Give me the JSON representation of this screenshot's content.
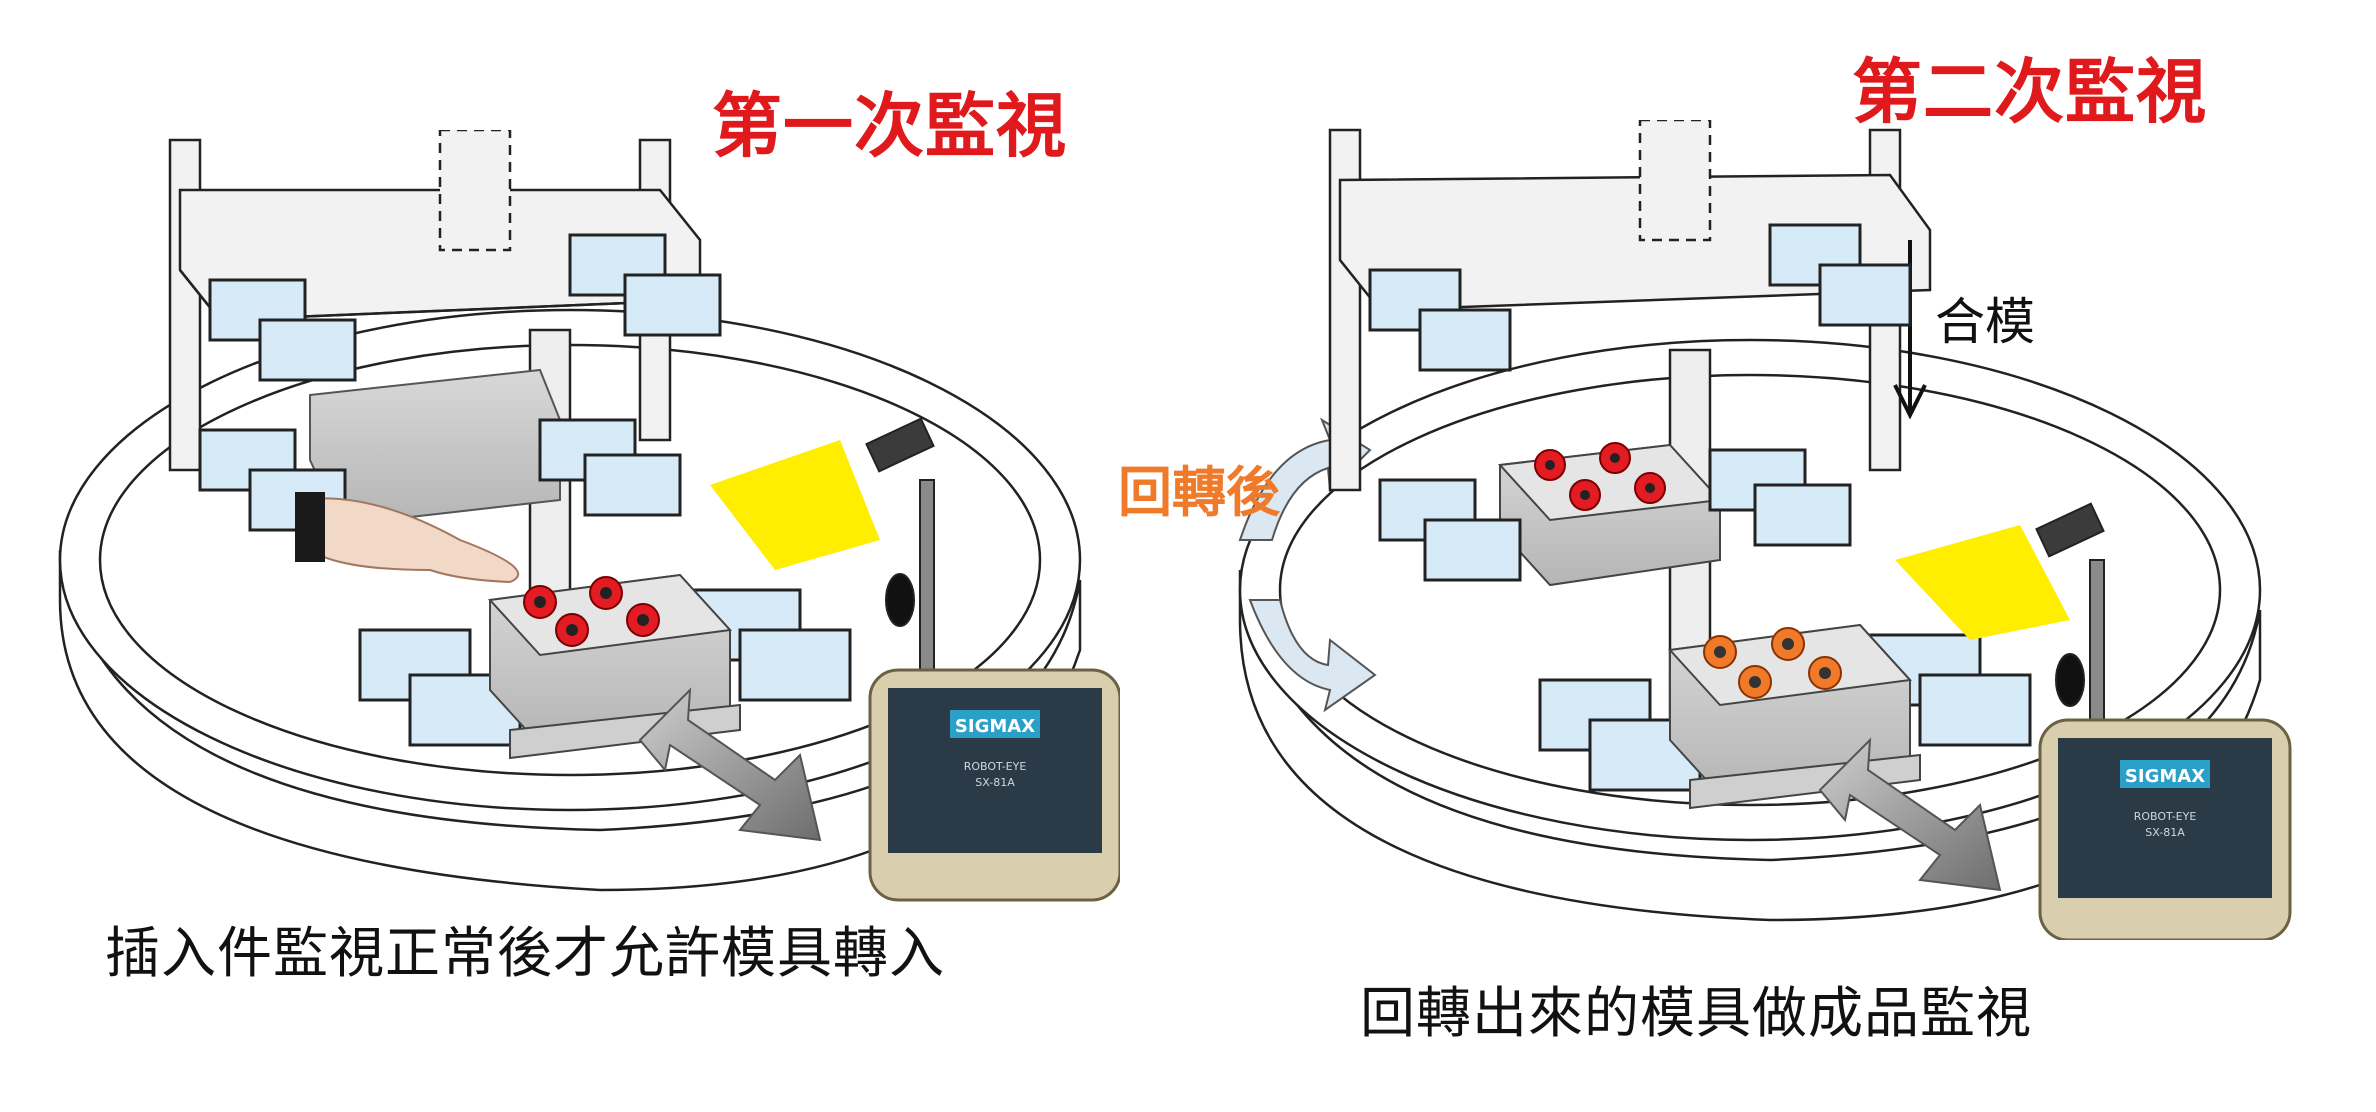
{
  "left_panel": {
    "title": "第一次監視",
    "caption": "插入件監視正常後才允許模具轉入"
  },
  "right_panel": {
    "title": "第二次監視",
    "caption": "回轉出來的模具做成品監視",
    "rotate_label": "回轉後",
    "close_mold_label": "合模"
  },
  "device": {
    "brand": "SIGMAX",
    "model_line1": "ROBOT-EYE",
    "model_line2": "SX-81A"
  },
  "colors": {
    "title_red": "#e0191d",
    "orange": "#ef7a2a",
    "camera_beam": "#ffee00",
    "block_blue": "#d6eaf8",
    "marker_red": "#e31b23",
    "marker_orange": "#f07a2a"
  }
}
